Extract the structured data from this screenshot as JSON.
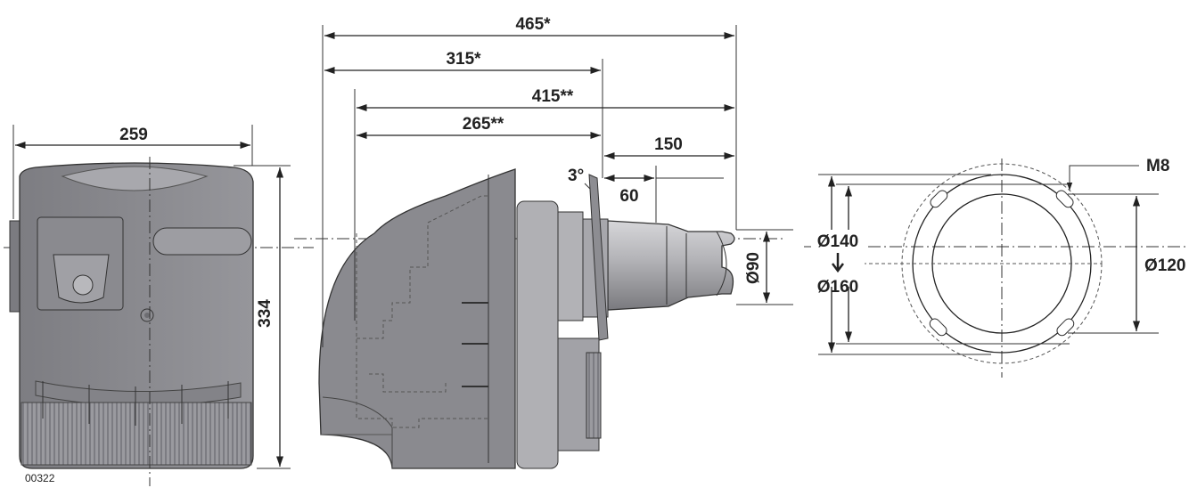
{
  "figure": {
    "code": "00322",
    "dimensions": {
      "front_width": "259",
      "front_height": "334",
      "total_long": "465*",
      "body_long": "315*",
      "total_short": "415**",
      "body_short": "265**",
      "tube_length": "150",
      "flange_offset": "60",
      "flange_angle": "3°",
      "tube_diameter": "Ø90",
      "bolt_circle_min": "Ø140",
      "bolt_circle_max": "Ø160",
      "hole_diameter": "Ø120",
      "thread": "M8"
    }
  },
  "colors": {
    "housing": "#8f8f94",
    "housing_light": "#a9a9ae",
    "housing_dark": "#6d6d72",
    "tube": "#b8b8bc",
    "line": "#222222"
  }
}
